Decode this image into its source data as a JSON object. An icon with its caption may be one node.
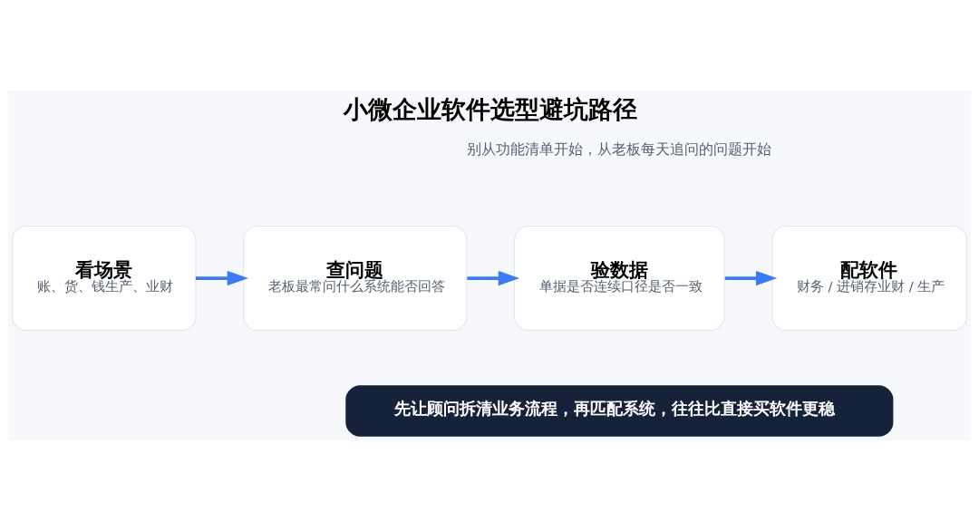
{
  "diagram": {
    "title": "小微企业软件选型避坑路径",
    "nodes": [
      {
        "text": [
          "看场景",
          "账、货、钱生产、业财"
        ]
      },
      {
        "text": [
          "查问题",
          "老板最常问什么系统能否回答"
        ]
      },
      {
        "text": [
          "验数据",
          "单据是否连续口径是否一致"
        ]
      },
      {
        "text": [
          "配软件",
          "财务 / 进销存业财 / 生产"
        ]
      },
      {
        "text": [
          "先让顾问拆清业务流程，再匹配系统，往往比直接买软件更稳"
        ]
      }
    ],
    "edges": [
      {
        "from": 0,
        "to": 1,
        "arrow": "to"
      },
      {
        "from": 1,
        "to": 2,
        "arrow": "to"
      },
      {
        "from": 2,
        "to": 3,
        "arrow": "to"
      }
    ],
    "labels": [
      "别从功能清单开始，从老板每天追问的问题开始"
    ]
  }
}
